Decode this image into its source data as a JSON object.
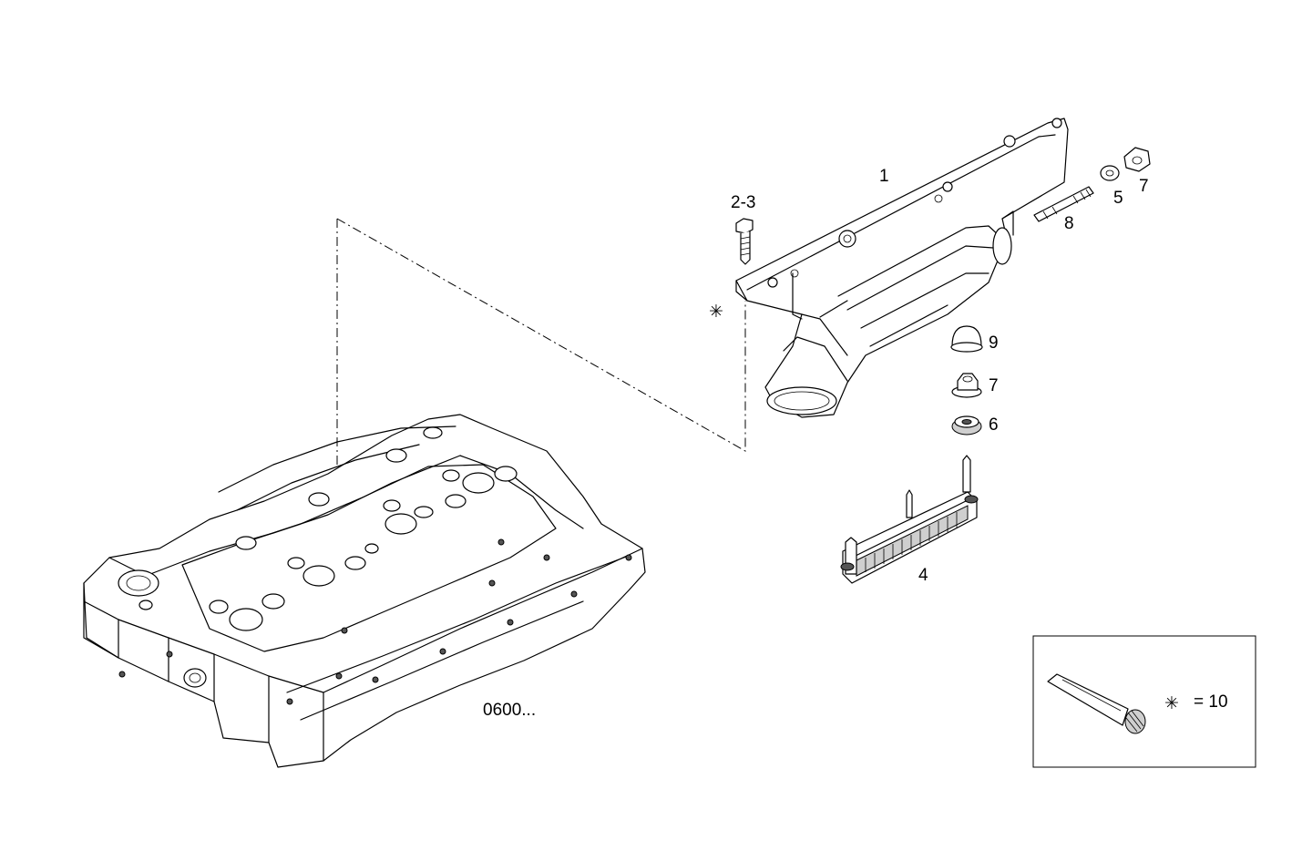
{
  "callouts": {
    "manifold": "1",
    "bolt": "2-3",
    "heater": "4",
    "washer_top": "5",
    "nut_top": "7",
    "stud": "8",
    "cap": "9",
    "nut_mid": "7",
    "washer_mid": "6"
  },
  "engine_ref": "0600...",
  "legend": {
    "symbol": "✳",
    "text": "= 10"
  },
  "asterisk_marker": "✳",
  "colors": {
    "line": "#000000",
    "background": "#ffffff",
    "shade": "#cfcfcf"
  }
}
